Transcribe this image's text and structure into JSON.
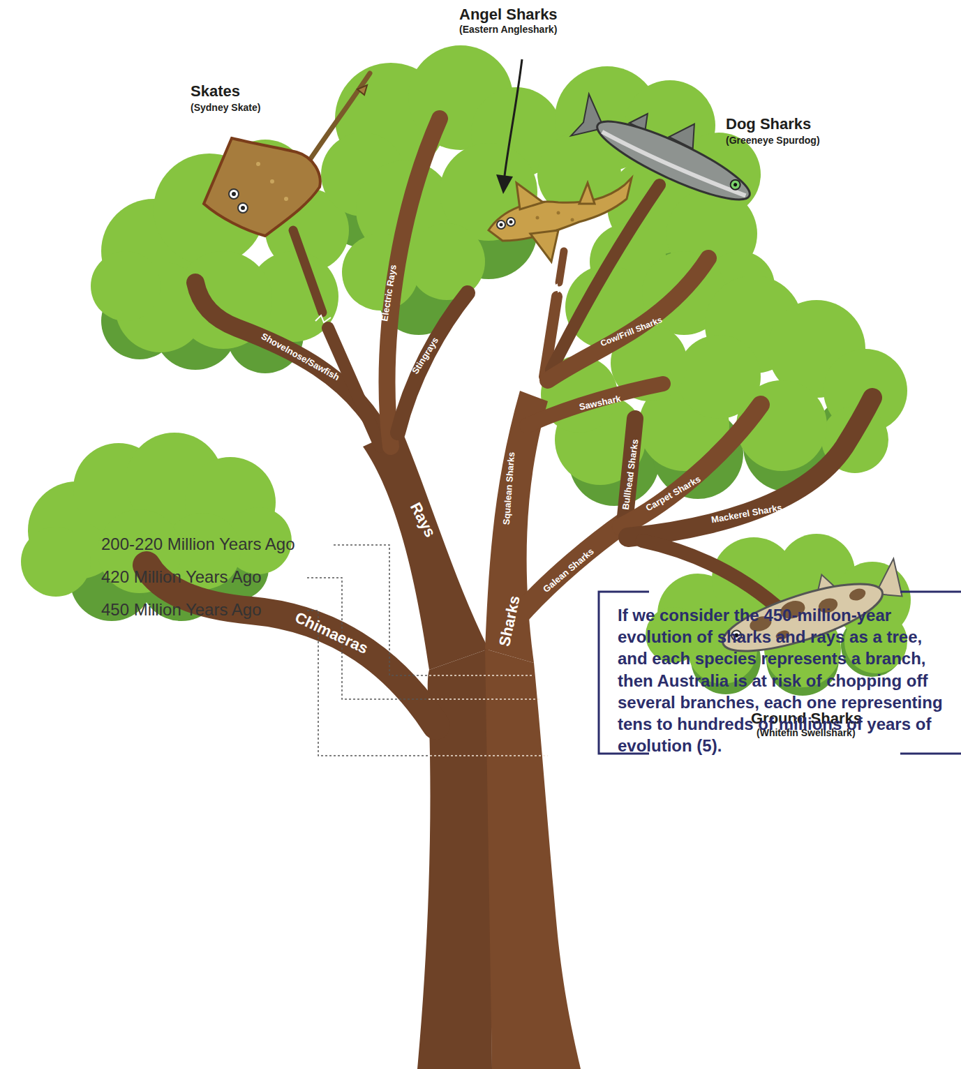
{
  "diagram": {
    "labels": [
      "Angel Sharks",
      "(Eastern Angleshark)",
      "Skates",
      "(Sydney Skate)",
      "Dog Sharks",
      "(Greeneye Spurdog)",
      "Electric Rays",
      "Stingrays",
      "Shovelnose/Sawfish",
      "Cow/Frill Sharks",
      "Sawshark",
      "Squalean Sharks",
      "Bullhead Sharks",
      "Carpet Sharks",
      "Rays",
      "Mackerel Sharks",
      "200-220 Million Years Ago",
      "Galean Sharks",
      "420 Million Years Ago",
      "Sharks",
      "450 Million Years Ago",
      "Ground Sharks",
      "(Whitefin Swellshark)",
      "Chimaeras",
      "If we consider the 450-million-year evolution of sharks and rays as a tree, and each species represents a branch, then Australia is at risk of chopping off several branches, each one representing tens to hundreds of millions of years of evolution (5)."
    ]
  }
}
